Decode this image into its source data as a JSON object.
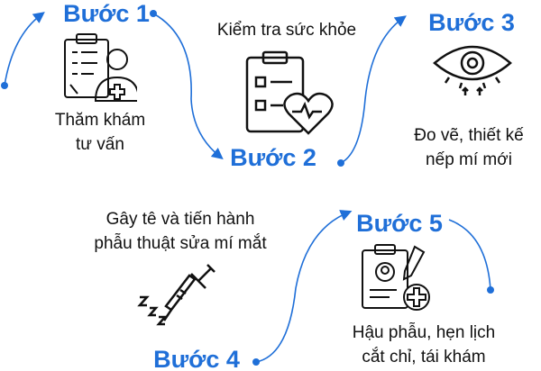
{
  "steps": [
    {
      "label": "Bước 1",
      "lines": [
        "Thăm khám",
        "tư vấn"
      ],
      "icon": "clipboard-doctor-icon"
    },
    {
      "label": "Bước 2",
      "lines": [
        "Kiểm tra sức khỏe"
      ],
      "icon": "clipboard-heart-icon"
    },
    {
      "label": "Bước 3",
      "lines": [
        "Đo vẽ, thiết kế",
        "nếp mí mới"
      ],
      "icon": "eye-icon"
    },
    {
      "label": "Bước 4",
      "lines": [
        "Gây tê và tiến hành",
        "phẫu thuật sửa mí mắt"
      ],
      "icon": "syringe-sleep-icon"
    },
    {
      "label": "Bước 5",
      "lines": [
        "Hậu phẫu, hẹn lịch",
        "cắt chỉ, tái khám"
      ],
      "icon": "clipboard-patient-icon"
    }
  ],
  "colors": {
    "accent": "#1f6fd8",
    "text": "#111111"
  }
}
